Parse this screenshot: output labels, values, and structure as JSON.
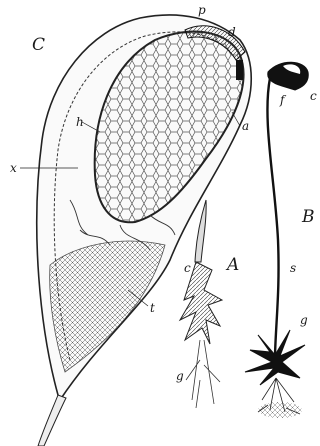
{
  "figure": {
    "labels": {
      "C": "C",
      "A": "A",
      "B": "B",
      "p": "p",
      "d": "d",
      "a": "a",
      "x": "x",
      "h": "h",
      "t": "t",
      "f": "f",
      "c_top": "c",
      "c_A": "c",
      "g_A": "g",
      "s": "s",
      "g_B": "g"
    }
  }
}
